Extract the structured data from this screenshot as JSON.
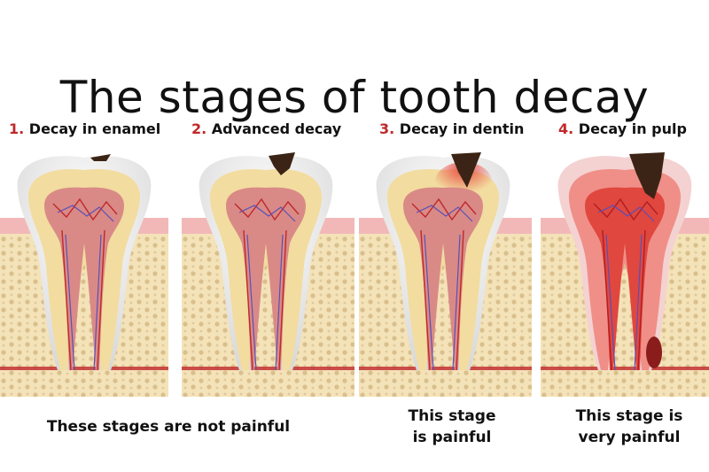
{
  "title": "The stages of tooth decay",
  "stages": [
    {
      "number": "1.",
      "label": "Decay in enamel"
    },
    {
      "number": "2.",
      "label": "Advanced decay"
    },
    {
      "number": "3.",
      "label": "Decay in dentin"
    },
    {
      "number": "4.",
      "label": "Decay in pulp"
    }
  ],
  "captions": {
    "not_painful": "These stages are not painful",
    "painful_line1": "This stage",
    "painful_line2": "is painful",
    "very_painful_line1": "This stage is",
    "very_painful_line2": "very painful"
  },
  "colors": {
    "enamel": "#f2f2f2",
    "dentin": "#f2dca0",
    "pulp": "#d98a86",
    "gum": "#f2b8b8",
    "bone": "#f4e2b8",
    "bone_dots": "#d9bf8c",
    "decay": "#3b2415",
    "inflammation": "#e8413a",
    "label_number": "#c0282a"
  }
}
